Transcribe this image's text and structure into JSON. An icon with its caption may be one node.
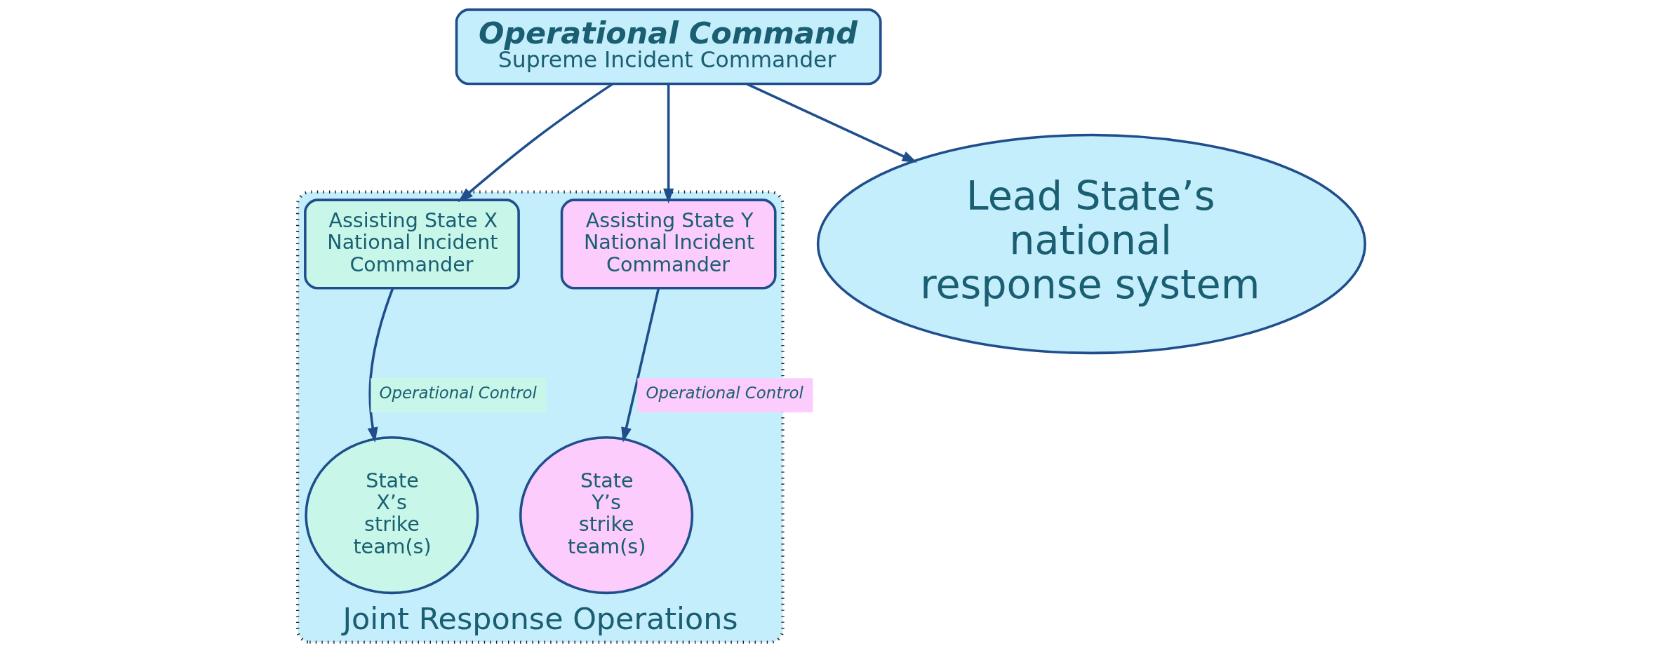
{
  "diagram": {
    "nodes": [
      {
        "text": [
          "Joint Response Operations"
        ]
      },
      {
        "text": [
          "Operational Command",
          "Supreme Incident Commander"
        ]
      },
      {
        "text": [
          "Assisting State X National Incident Commander"
        ],
        "in": 0
      },
      {
        "text": [
          "Assisting State Y National Incident Commander"
        ],
        "in": 0
      },
      {
        "text": [
          "State X’s strike team(s)"
        ],
        "in": 0
      },
      {
        "text": [
          "State Y’s strike team(s)"
        ],
        "in": 0
      },
      {
        "text": [
          "Lead State’s national response system"
        ]
      }
    ],
    "edges": [
      {
        "from": 1,
        "to": 2,
        "arrow": "to"
      },
      {
        "from": 1,
        "to": 3,
        "arrow": "to"
      },
      {
        "from": 1,
        "to": 6,
        "arrow": "to"
      },
      {
        "from": 2,
        "to": 4,
        "arrow": "to",
        "label": "Operational Control"
      },
      {
        "from": 3,
        "to": 5,
        "arrow": "to",
        "label": "Operational Control"
      }
    ]
  }
}
